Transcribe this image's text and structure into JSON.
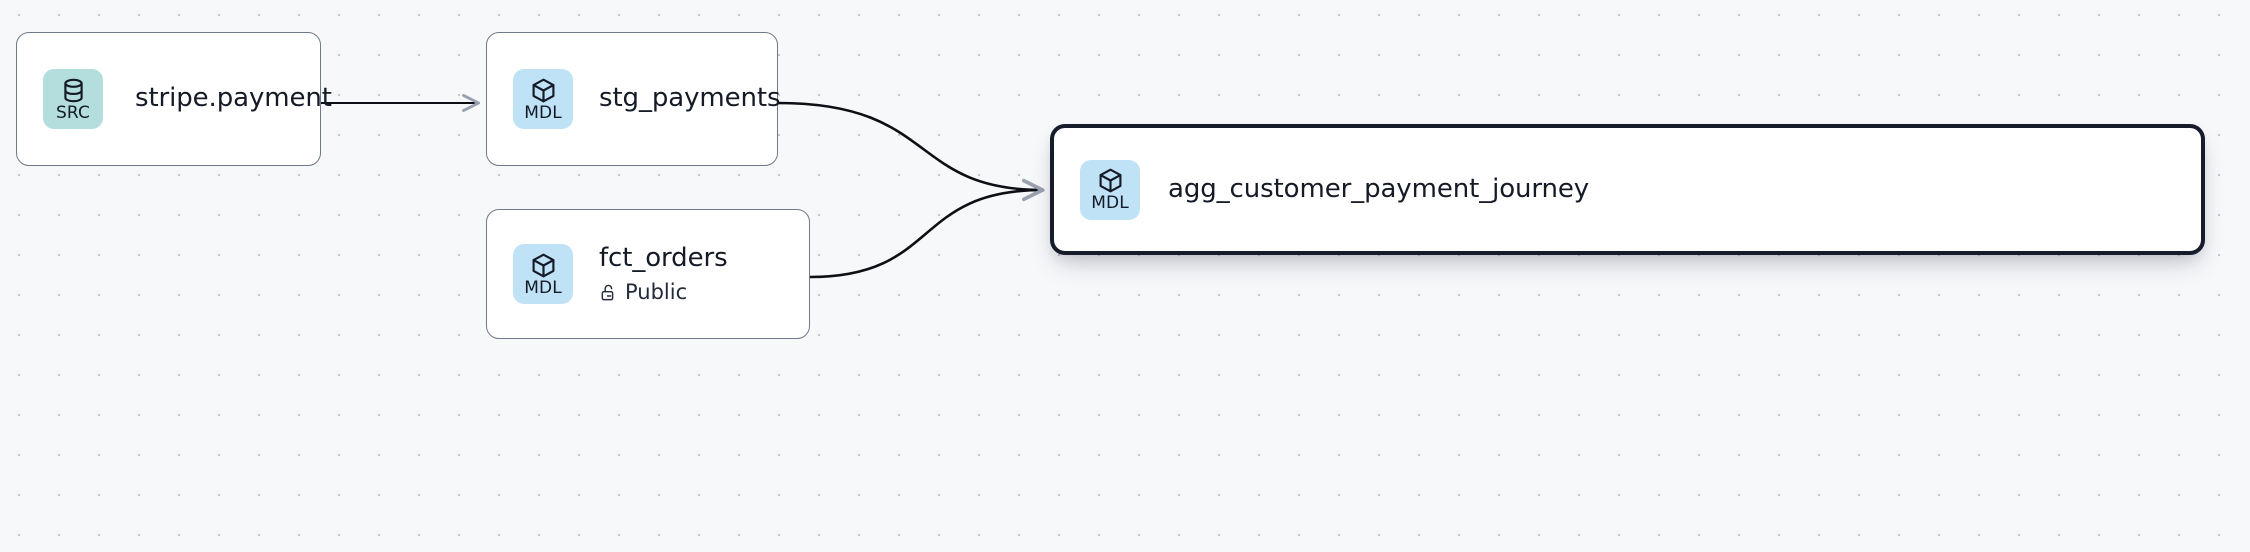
{
  "canvas": {
    "background_color": "#f7f8fa",
    "grid": "dot-grid",
    "grid_dot_color": "#c2c6d0",
    "grid_spacing": 40
  },
  "colors": {
    "source_badge": "#b3dedd",
    "model_badge": "#c0e2f6",
    "node_border": "#6f7988",
    "selected_border": "#171c2b",
    "edge": "#0d0f14",
    "arrowhead": "#9aa2b1",
    "text": "#141a26"
  },
  "graph": {
    "type": "lineage-dag",
    "nodes": [
      {
        "id": "stripe-payment",
        "title": "stripe.payment",
        "badge_label": "SRC",
        "badge_type": "source",
        "badge_icon": "database-icon",
        "selected": false,
        "subtitle": null
      },
      {
        "id": "stg-payments",
        "title": "stg_payments",
        "badge_label": "MDL",
        "badge_type": "model",
        "badge_icon": "cube-icon",
        "selected": false,
        "subtitle": null
      },
      {
        "id": "fct-orders",
        "title": "fct_orders",
        "badge_label": "MDL",
        "badge_type": "model",
        "badge_icon": "cube-icon",
        "selected": false,
        "subtitle": "Public",
        "subtitle_icon": "unlock-icon"
      },
      {
        "id": "agg-customer-payment-journey",
        "title": "agg_customer_payment_journey",
        "badge_label": "MDL",
        "badge_type": "model",
        "badge_icon": "cube-icon",
        "selected": true,
        "subtitle": null
      }
    ],
    "edges": [
      {
        "from": "stripe-payment",
        "to": "stg-payments",
        "style": "straight"
      },
      {
        "from": "stg-payments",
        "to": "agg-customer-payment-journey",
        "style": "bezier"
      },
      {
        "from": "fct-orders",
        "to": "agg-customer-payment-journey",
        "style": "bezier"
      }
    ]
  }
}
